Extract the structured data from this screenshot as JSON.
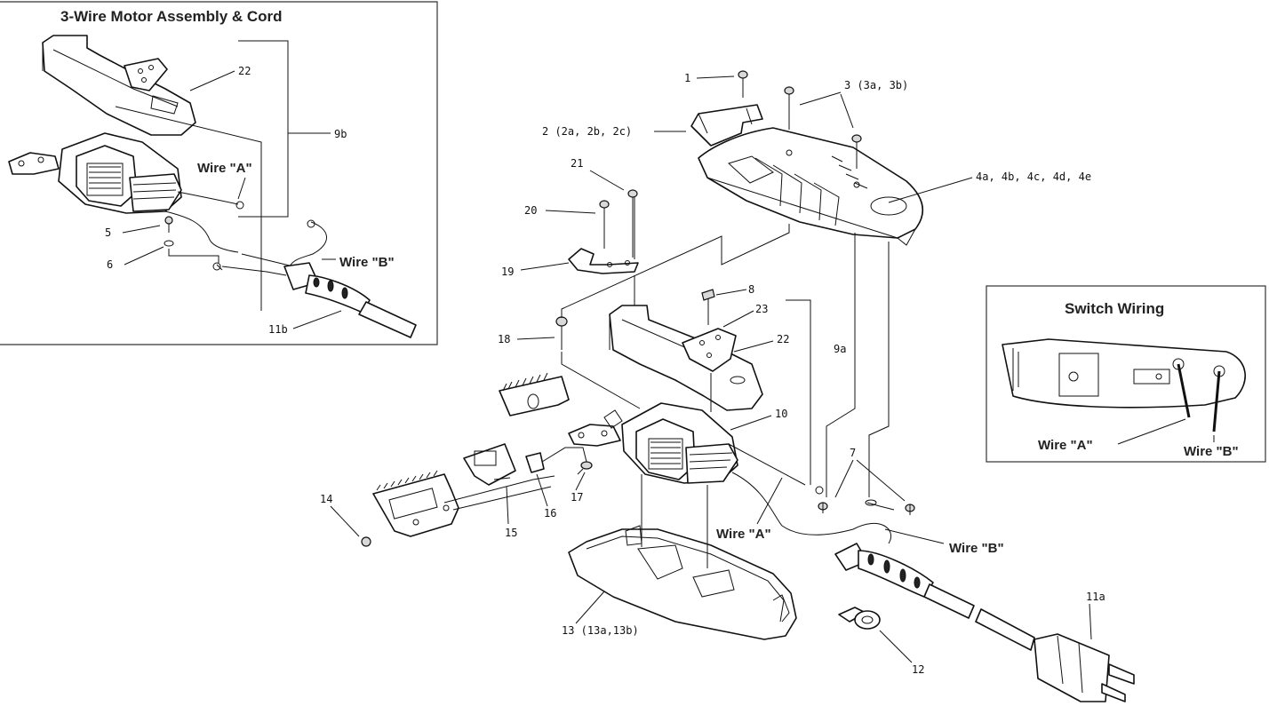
{
  "headings": {
    "motor_assembly": "3-Wire Motor Assembly & Cord",
    "switch_wiring": "Switch Wiring"
  },
  "wire_labels": {
    "a": "Wire \"A\"",
    "b": "Wire \"B\""
  },
  "callouts": {
    "p1": "1",
    "p2": "2 (2a, 2b, 2c)",
    "p3": "3 (3a, 3b)",
    "p4": "4a, 4b, 4c, 4d, 4e",
    "p5": "5",
    "p6": "6",
    "p7": "7",
    "p8": "8",
    "p9a": "9a",
    "p9b": "9b",
    "p10": "10",
    "p11a": "11a",
    "p11b": "11b",
    "p12": "12",
    "p13": "13 (13a,13b)",
    "p14": "14",
    "p15": "15",
    "p16": "16",
    "p17": "17",
    "p18": "18",
    "p19": "19",
    "p20": "20",
    "p21": "21",
    "p22": "22",
    "p23": "23"
  }
}
